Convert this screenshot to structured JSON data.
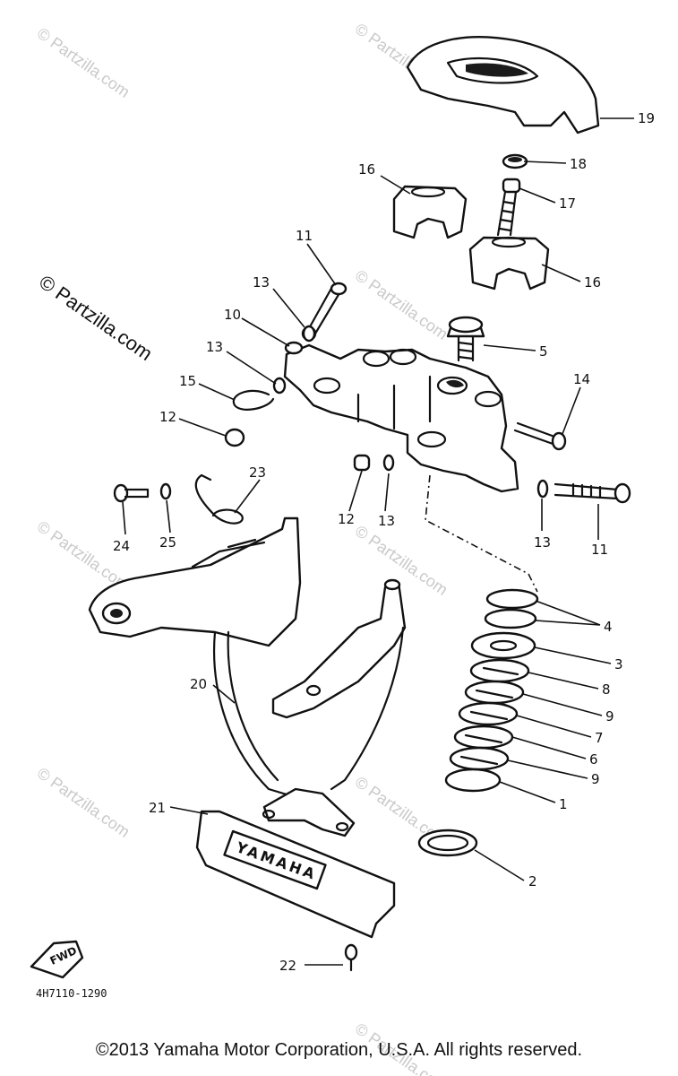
{
  "diagram": {
    "watermark_main": "© Partzilla.com",
    "watermark_faint": "© Partzilla.com",
    "part_number_code": "4H7110-1290",
    "fwd_badge": "FWD",
    "nameplate_text": "YAMAHA",
    "copyright": "©2013  Yamaha Motor Corporation, U.S.A. All rights reserved.",
    "callouts": {
      "c19": "19",
      "c18": "18",
      "c17": "17",
      "c16a": "16",
      "c16b": "16",
      "c11a": "11",
      "c13a": "13",
      "c10": "10",
      "c13b": "13",
      "c15": "15",
      "c5": "5",
      "c14": "14",
      "c12a": "12",
      "c23": "23",
      "c12b": "12",
      "c13c": "13",
      "c13d": "13",
      "c11b": "11",
      "c24": "24",
      "c25": "25",
      "c4": "4",
      "c3": "3",
      "c8": "8",
      "c9a": "9",
      "c7": "7",
      "c6": "6",
      "c9b": "9",
      "c1": "1",
      "c20": "20",
      "c21": "21",
      "c2": "2",
      "c22": "22"
    }
  }
}
